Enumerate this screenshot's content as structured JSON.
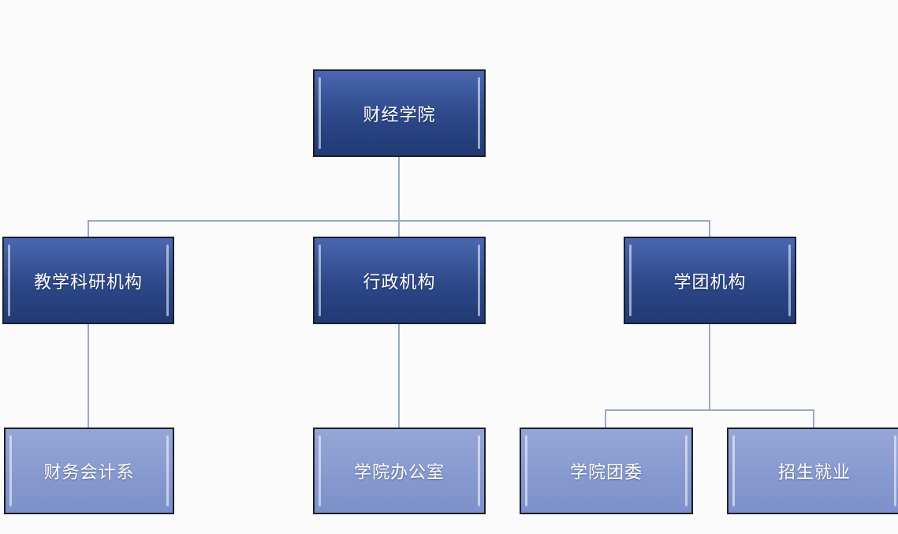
{
  "root": {
    "label": "财经学院"
  },
  "departments": [
    {
      "label": "教学科研机构",
      "children": [
        {
          "label": "财务会计系"
        }
      ]
    },
    {
      "label": "行政机构",
      "children": [
        {
          "label": "学院办公室"
        }
      ]
    },
    {
      "label": "学团机构",
      "children": [
        {
          "label": "学院团委"
        },
        {
          "label": "招生就业"
        }
      ]
    }
  ],
  "colors": {
    "dark_box": "#2d4788",
    "light_box": "#8497cf",
    "connector": "#9aa8c4"
  }
}
